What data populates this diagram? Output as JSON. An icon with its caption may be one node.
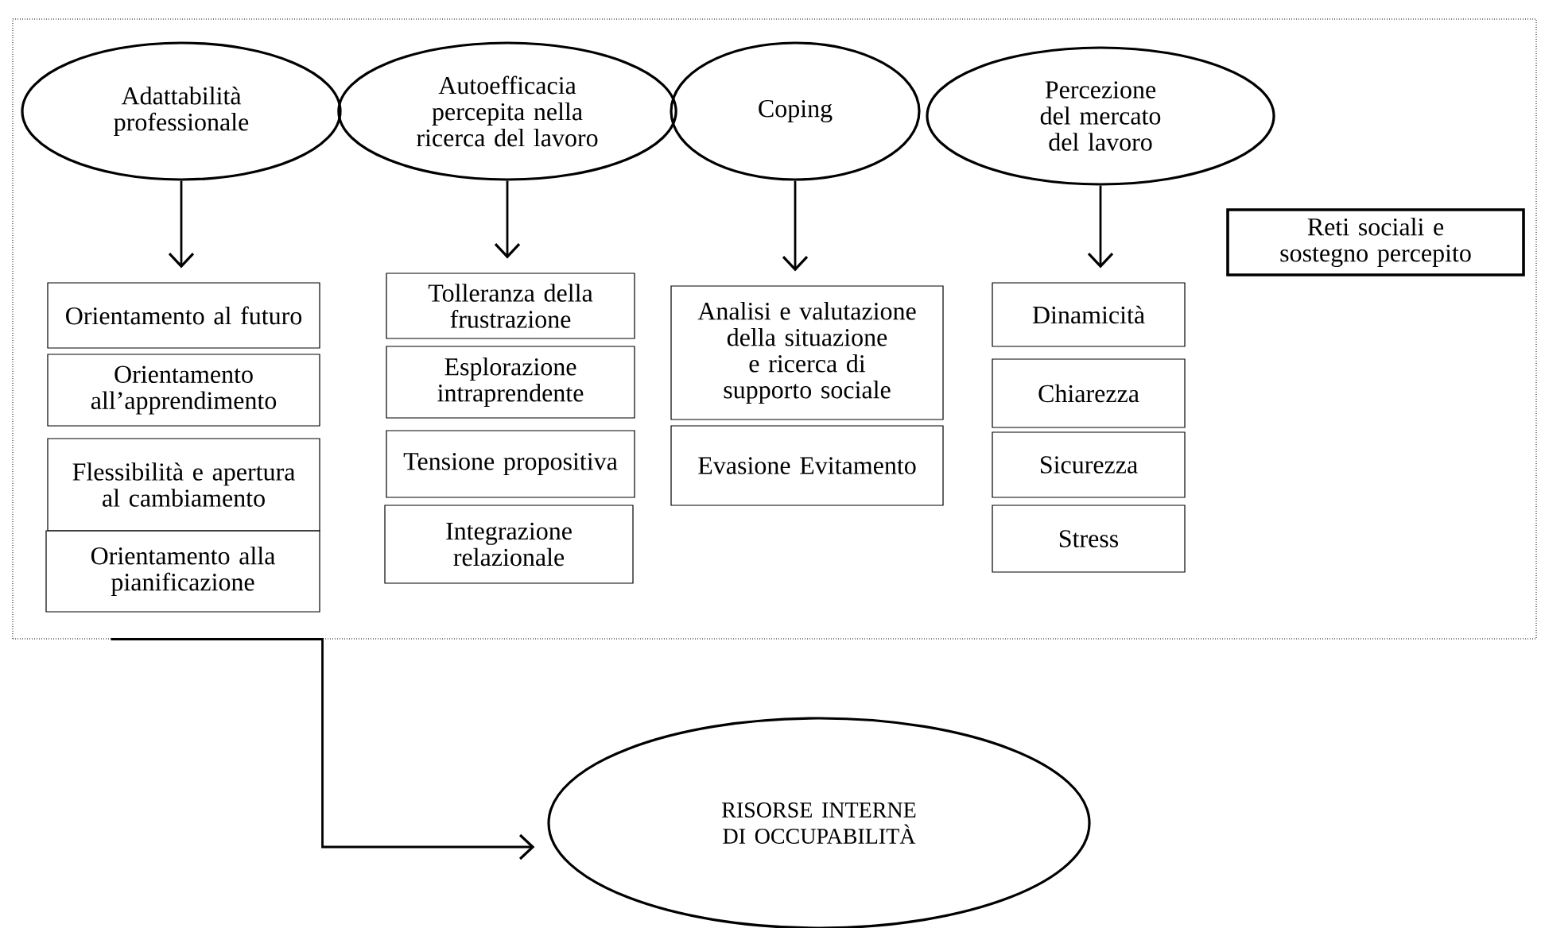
{
  "diagram": {
    "nodes": [
      {
        "text": [],
        "shape": "box"
      },
      {
        "text": [
          "Adattabilità professionale"
        ],
        "in": 0
      },
      {
        "text": [
          "Autoefficacia percepita nella ricerca del lavoro"
        ],
        "in": 0
      },
      {
        "text": [
          "Coping"
        ],
        "in": 0
      },
      {
        "text": [
          "Percezione del mercato del lavoro"
        ],
        "in": 0
      },
      {
        "text": [
          "Orientamento al futuro"
        ],
        "in": 0
      },
      {
        "text": [
          "Orientamento all’apprendimento"
        ],
        "in": 0
      },
      {
        "text": [
          "Flessibilità e apertura al cambiamento"
        ],
        "in": 0
      },
      {
        "text": [
          "Orientamento alla pianificazione"
        ],
        "in": 0
      },
      {
        "text": [
          "Tolleranza della frustrazione"
        ],
        "in": 0
      },
      {
        "text": [
          "Esplorazione intraprendente"
        ],
        "in": 0
      },
      {
        "text": [
          "Tensione propositiva"
        ],
        "in": 0
      },
      {
        "text": [
          "Integrazione relazionale"
        ],
        "in": 0
      },
      {
        "text": [
          "Analisi e valutazione della situazione e ricerca di supporto sociale"
        ],
        "in": 0
      },
      {
        "text": [
          "Evasione Evitamento"
        ],
        "in": 0
      },
      {
        "text": [
          "Dinamicità"
        ],
        "in": 0
      },
      {
        "text": [
          "Chiarezza"
        ],
        "in": 0
      },
      {
        "text": [
          "Sicurezza"
        ],
        "in": 0
      },
      {
        "text": [
          "Stress"
        ],
        "in": 0
      },
      {
        "text": [
          "Reti sociali e sostegno percepito"
        ],
        "in": 0
      },
      {
        "text": [
          "RISORSE INTERNE DI OCCUPABILITÀ"
        ]
      }
    ],
    "edges": [
      {
        "from": 1,
        "to": 5,
        "arrow": "to"
      },
      {
        "from": 2,
        "to": 9,
        "arrow": "to"
      },
      {
        "from": 3,
        "to": 13,
        "arrow": "to"
      },
      {
        "from": 4,
        "to": 15,
        "arrow": "to"
      },
      {
        "from": 0,
        "to": 20,
        "arrow": "to"
      }
    ]
  }
}
